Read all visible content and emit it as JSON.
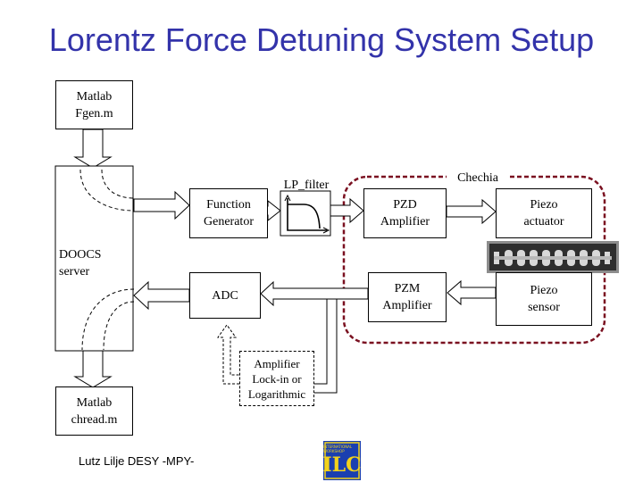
{
  "title": "Lorentz Force Detuning System Setup",
  "blocks": {
    "matlab_fgen": "Matlab\nFgen.m",
    "doocs_server": "DOOCS\nserver",
    "function_generator": "Function\nGenerator",
    "lp_filter": "LP_filter",
    "adc": "ADC",
    "pzd_amplifier": "PZD\nAmplifier",
    "pzm_amplifier": "PZM\nAmplifier",
    "piezo_actuator": "Piezo\nactuator",
    "piezo_sensor": "Piezo\nsensor",
    "chechia": "Chechia",
    "amplifier_lockin": "Amplifier\nLock-in or\nLogarithmic",
    "matlab_chread": "Matlab\nchread.m"
  },
  "footer": {
    "author": "Lutz Lilje   DESY -MPY-",
    "logo_text": "ILC",
    "logo_ring_text": "INTERNATIONAL WORKSHOP"
  },
  "colors": {
    "title": "#3333aa",
    "chechia_border": "#7a1020",
    "logo_blue": "#1a3fb0",
    "logo_yellow": "#f2d21b"
  }
}
